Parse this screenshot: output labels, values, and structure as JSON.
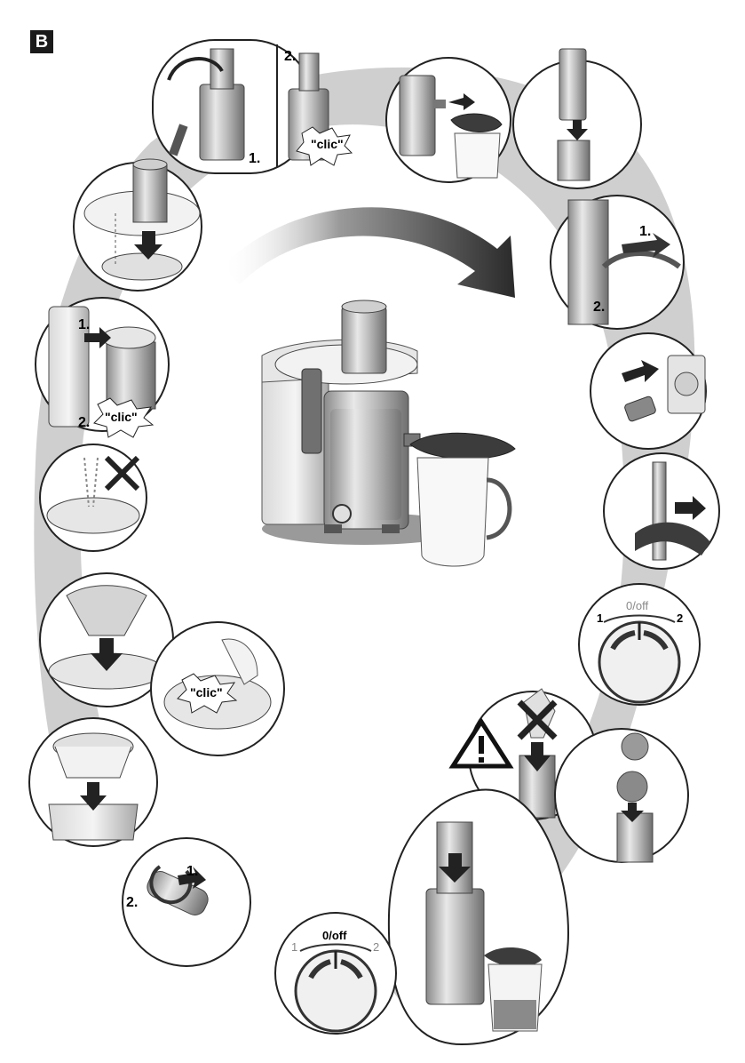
{
  "section_label": "B",
  "labels": {
    "step1": "1.",
    "step2": "2.",
    "clic": "\"clic\"",
    "off": "0/off",
    "pos1": "1",
    "pos2": "2"
  },
  "icons": {
    "warning": "warning-triangle-icon",
    "forbidden": "x-mark-icon",
    "direction": "curved-arrow-icon"
  }
}
